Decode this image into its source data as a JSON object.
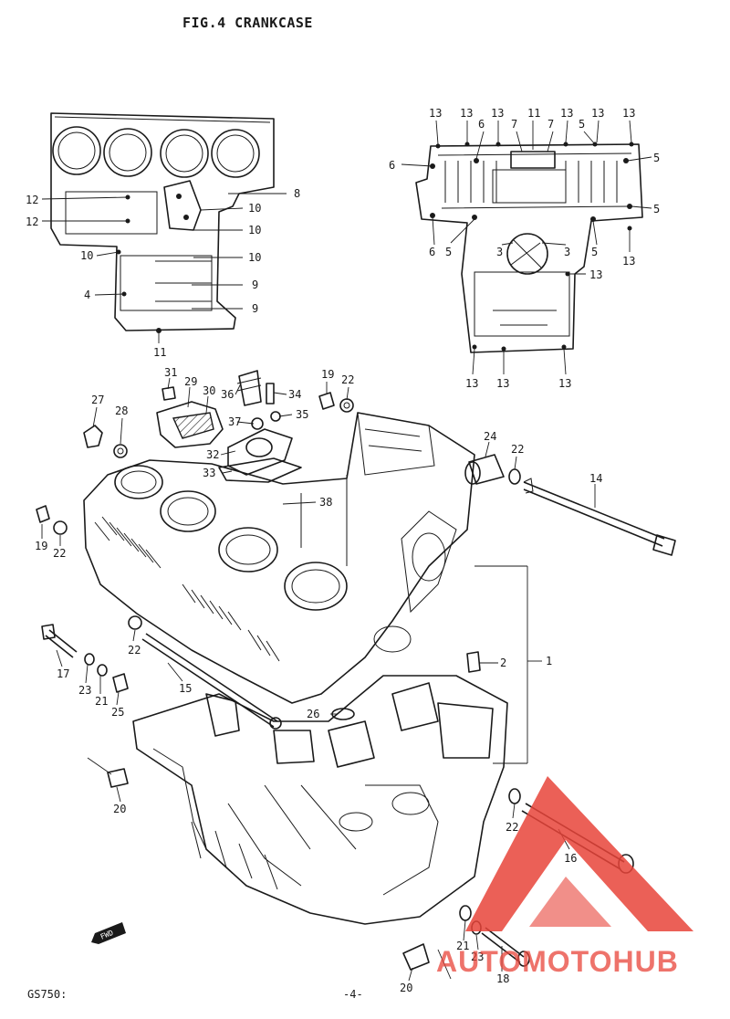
{
  "title": "FIG.4  CRANKCASE",
  "footer": {
    "model": "GS750:",
    "page": "-4-"
  },
  "fwd_label": "FWD",
  "watermark": {
    "brand": "AUTOMOTOHUB",
    "color_accent": "#e8443a",
    "color_dark": "#5a5a5a"
  },
  "callouts_upper_left": [
    "12",
    "12",
    "10",
    "4",
    "8",
    "10",
    "10",
    "10",
    "9",
    "9",
    "11"
  ],
  "callouts_upper_right": [
    "13",
    "13",
    "6",
    "13",
    "11",
    "7",
    "7",
    "13",
    "5",
    "13",
    "13",
    "6",
    "5",
    "5",
    "6",
    "5",
    "3",
    "3",
    "5",
    "13",
    "13",
    "13",
    "13",
    "13",
    "13"
  ],
  "callouts_main": [
    "31",
    "29",
    "30",
    "36",
    "34",
    "19",
    "22",
    "27",
    "28",
    "37",
    "35",
    "32",
    "33",
    "24",
    "22",
    "14",
    "38",
    "19",
    "22",
    "22",
    "17",
    "15",
    "23",
    "21",
    "25",
    "2",
    "1",
    "26",
    "20",
    "22",
    "16",
    "21",
    "23",
    "18",
    "20"
  ]
}
